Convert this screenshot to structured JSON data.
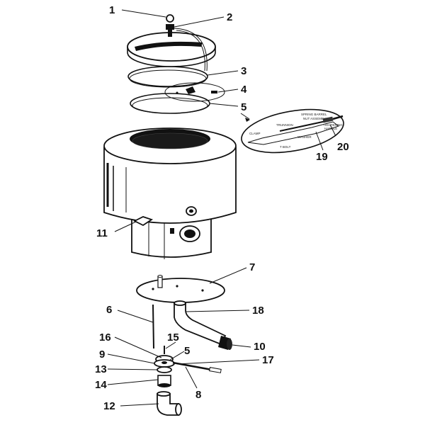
{
  "callouts": [
    {
      "id": "1",
      "label": "1"
    },
    {
      "id": "2",
      "label": "2"
    },
    {
      "id": "3",
      "label": "3"
    },
    {
      "id": "4",
      "label": "4"
    },
    {
      "id": "5a",
      "label": "5"
    },
    {
      "id": "20",
      "label": "20"
    },
    {
      "id": "19",
      "label": "19"
    },
    {
      "id": "11",
      "label": "11"
    },
    {
      "id": "7",
      "label": "7"
    },
    {
      "id": "6",
      "label": "6"
    },
    {
      "id": "18",
      "label": "18"
    },
    {
      "id": "16",
      "label": "16"
    },
    {
      "id": "15",
      "label": "15"
    },
    {
      "id": "5b",
      "label": "5"
    },
    {
      "id": "10",
      "label": "10"
    },
    {
      "id": "9",
      "label": "9"
    },
    {
      "id": "17",
      "label": "17"
    },
    {
      "id": "13",
      "label": "13"
    },
    {
      "id": "14",
      "label": "14"
    },
    {
      "id": "8",
      "label": "8"
    },
    {
      "id": "12",
      "label": "12"
    }
  ],
  "inset": {
    "spring_barrel": "SPRING BARREL",
    "nut_assembly": "NUT ASSEMBLY",
    "trunnion": "TRUNNION",
    "clamp": "CLAMP",
    "washer": "WASHER",
    "t_bolt": "T BOLT",
    "tightening": "TIGHTENING",
    "handle": "HANDLE"
  }
}
